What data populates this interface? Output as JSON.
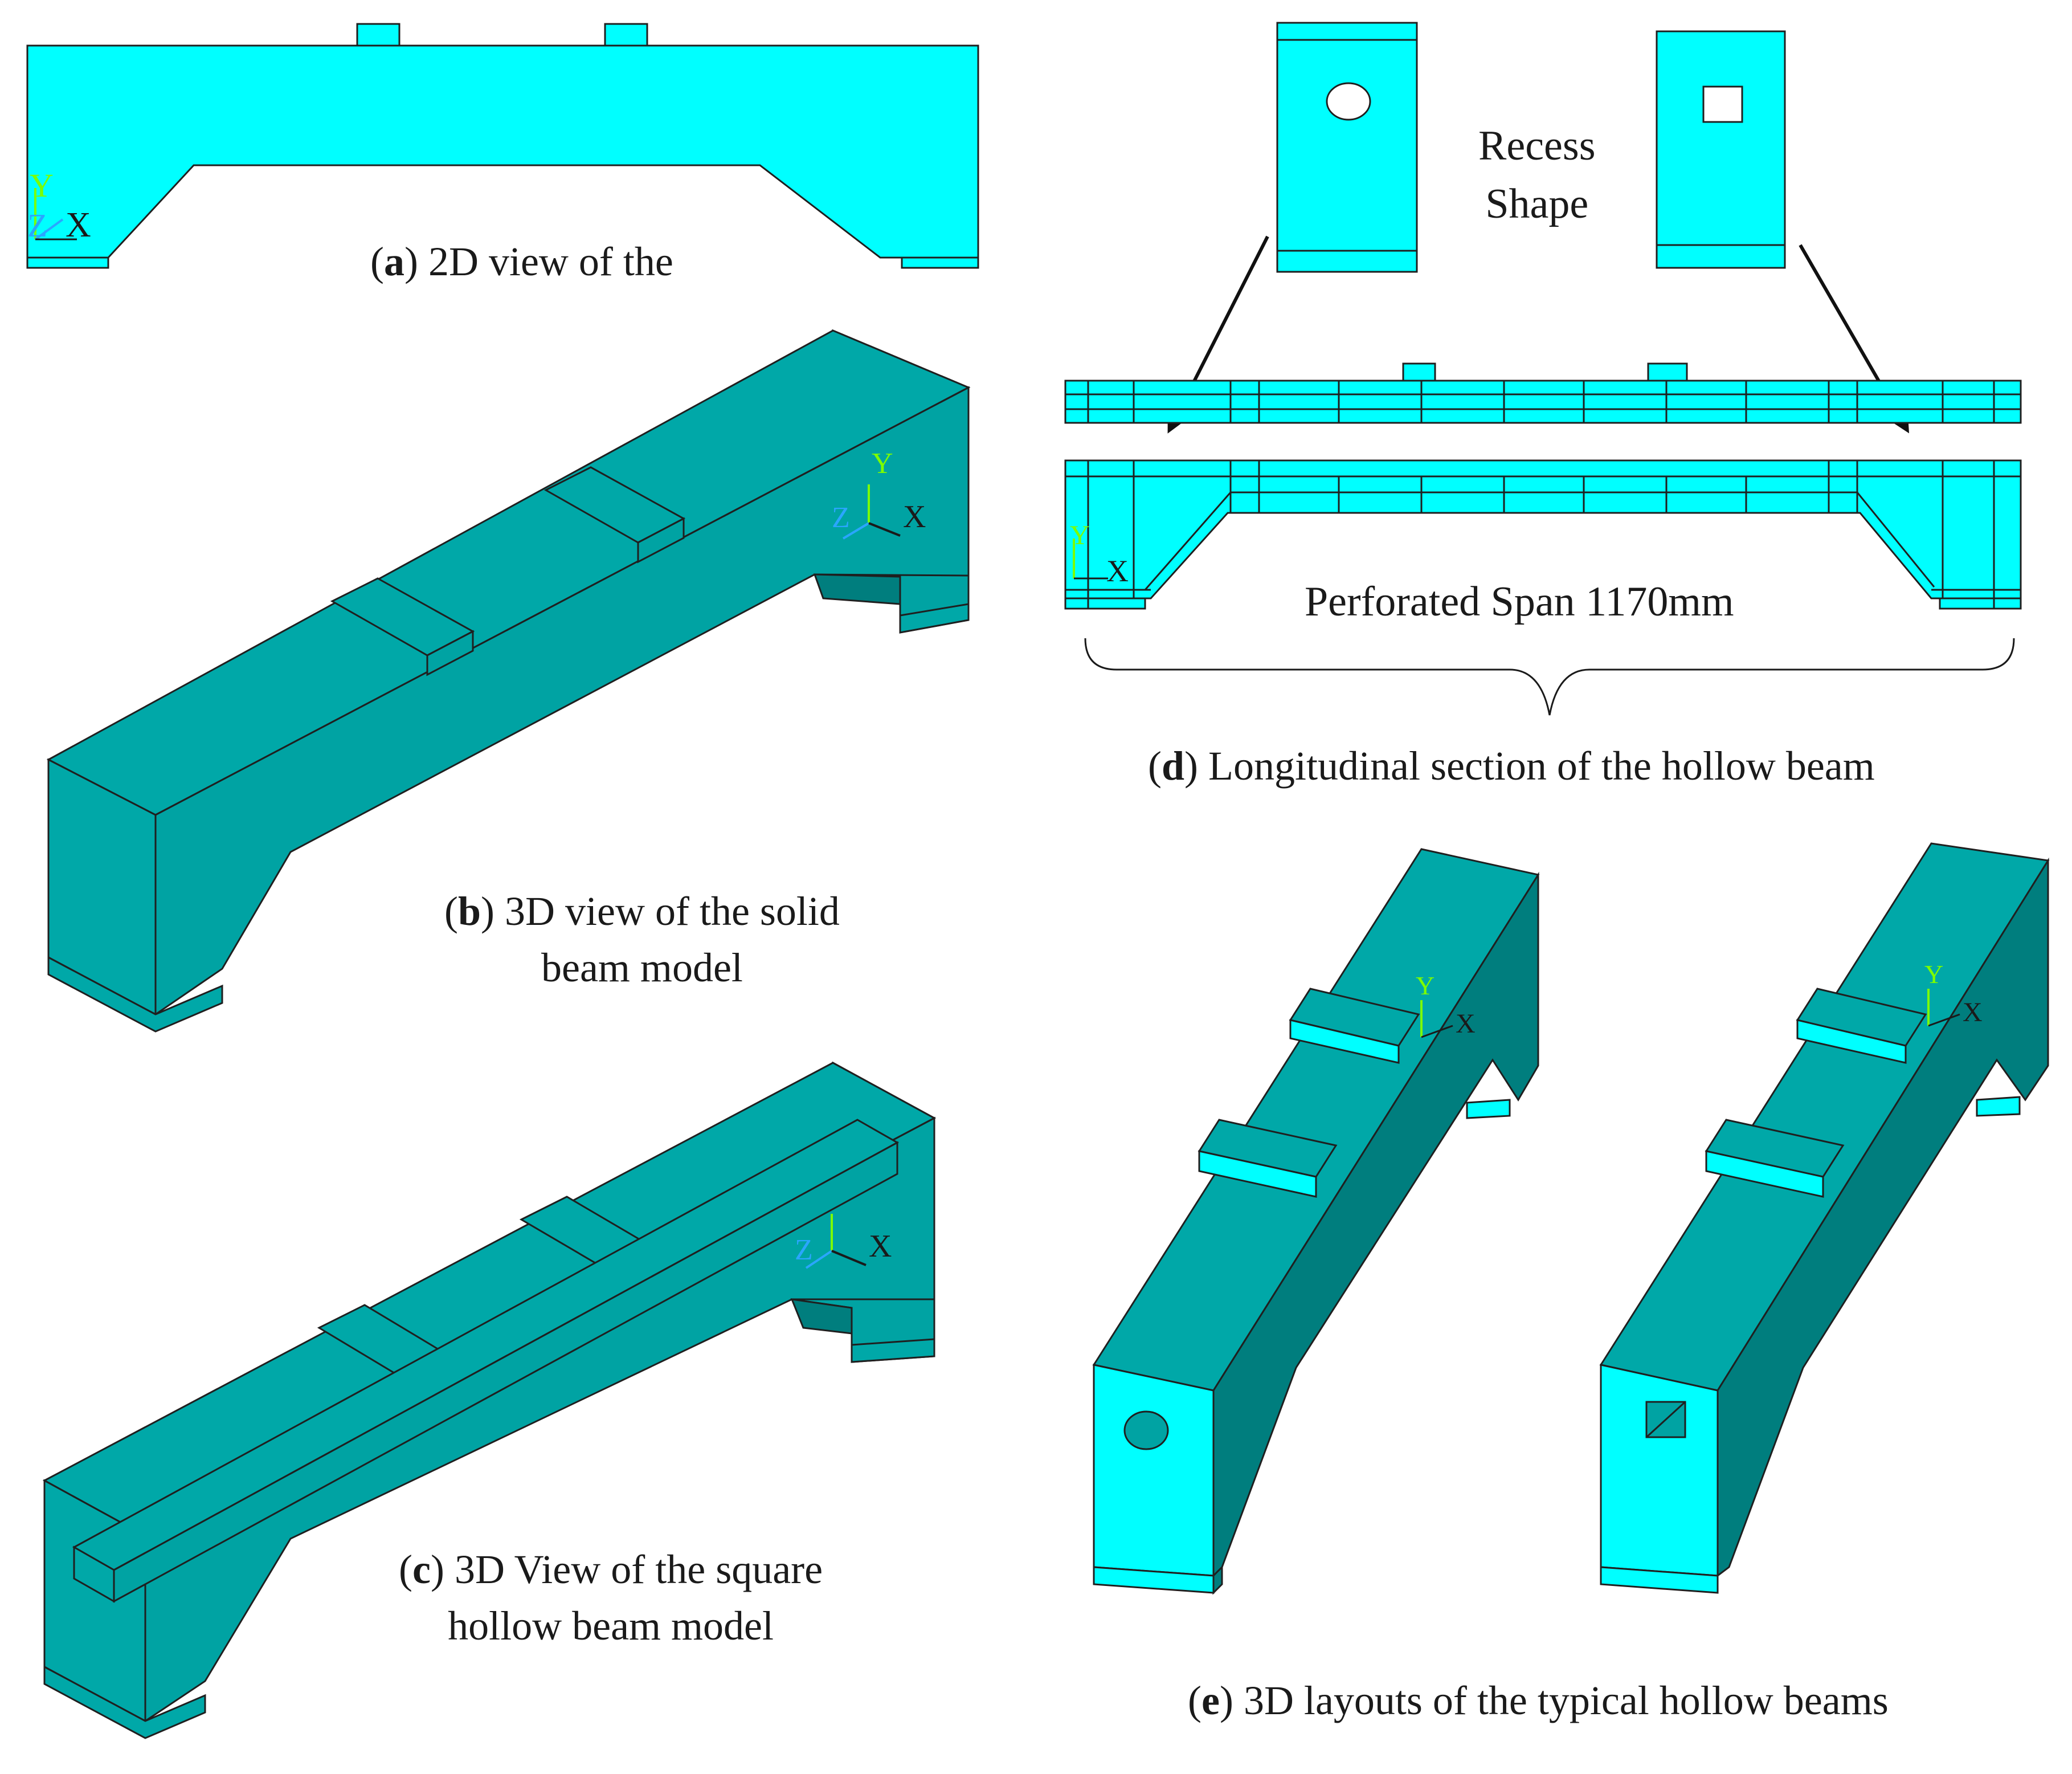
{
  "colors": {
    "top_face": "#00a8a8",
    "side_face": "#00a3a3",
    "dark_face": "#007e7e",
    "flat_face": "#00ffff",
    "edge": "#1f1f1f",
    "axis_y": "#7cfc00",
    "axis_z": "#2aa6ff",
    "axis_x": "#1a1a1a"
  },
  "axis_labels": {
    "y": "Y",
    "z": "Z",
    "x": "X"
  },
  "panel_a": {
    "letter": "a",
    "caption": "2D view of the"
  },
  "panel_b": {
    "letter": "b",
    "caption_line1": "3D view of the solid",
    "caption_line2": "beam model"
  },
  "panel_c": {
    "letter": "c",
    "caption_line1": "3D View of the square",
    "caption_line2": "hollow beam model"
  },
  "panel_d": {
    "recess_label_line1": "Recess",
    "recess_label_line2": "Shape",
    "span_label": "Perforated Span 1170mm",
    "letter": "d",
    "caption": "Longitudinal section of the hollow beam"
  },
  "panel_e": {
    "letter": "e",
    "caption": "3D layouts of the typical hollow beams"
  }
}
